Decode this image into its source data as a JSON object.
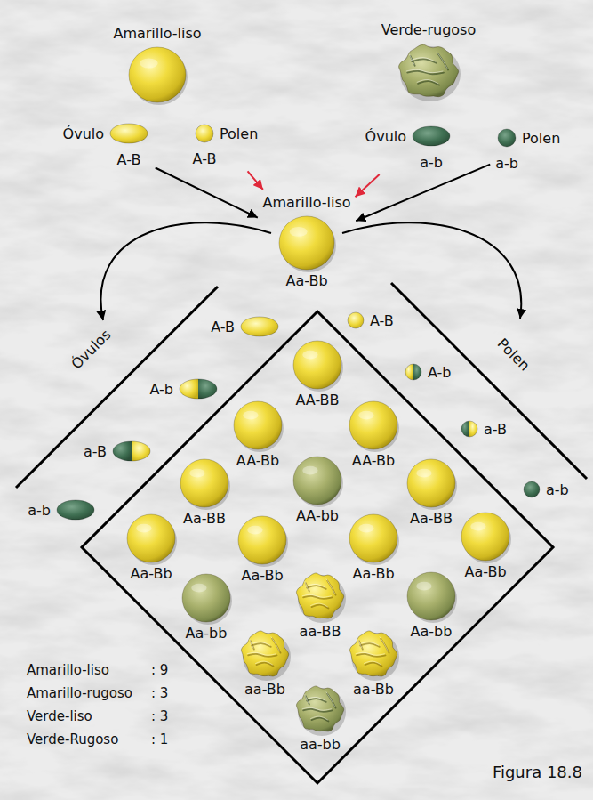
{
  "diagram": {
    "caption": "Figura 18.8",
    "nodes": [
      {
        "text": [
          "Amarillo-liso"
        ]
      },
      {
        "text": [
          "Verde-rugoso"
        ]
      },
      {
        "text": [
          "Óvulo",
          "A-B"
        ]
      },
      {
        "text": [
          "Polen",
          "A-B"
        ]
      },
      {
        "text": [
          "Óvulo",
          "a-b"
        ]
      },
      {
        "text": [
          "Polen",
          "a-b"
        ]
      },
      {
        "text": [
          "Amarillo-liso",
          "Aa-Bb"
        ]
      },
      {
        "text": [
          "A-B"
        ]
      },
      {
        "text": [
          "A-b"
        ]
      },
      {
        "text": [
          "a-B"
        ]
      },
      {
        "text": [
          "a-b"
        ]
      },
      {
        "text": [
          "A-B"
        ]
      },
      {
        "text": [
          "A-b"
        ]
      },
      {
        "text": [
          "a-B"
        ]
      },
      {
        "text": [
          "a-b"
        ]
      },
      {
        "text": [
          "AA-BB"
        ]
      },
      {
        "text": [
          "AA-Bb"
        ]
      },
      {
        "text": [
          "AA-Bb"
        ]
      },
      {
        "text": [
          "Aa-BB"
        ]
      },
      {
        "text": [
          "AA-bb"
        ]
      },
      {
        "text": [
          "Aa-BB"
        ]
      },
      {
        "text": [
          "Aa-Bb"
        ]
      },
      {
        "text": [
          "Aa-Bb"
        ]
      },
      {
        "text": [
          "Aa-Bb"
        ]
      },
      {
        "text": [
          "Aa-Bb"
        ]
      },
      {
        "text": [
          "Aa-bb"
        ]
      },
      {
        "text": [
          "aa-BB"
        ]
      },
      {
        "text": [
          "Aa-bb"
        ]
      },
      {
        "text": [
          "aa-Bb"
        ]
      },
      {
        "text": [
          "aa-Bb"
        ]
      },
      {
        "text": [
          "aa-bb"
        ]
      }
    ],
    "edges": [
      {
        "from": 2,
        "to": 6,
        "arrow": "to"
      },
      {
        "from": 3,
        "to": 6,
        "arrow": "to"
      },
      {
        "from": 4,
        "to": 6,
        "arrow": "to"
      },
      {
        "from": 5,
        "to": 6,
        "arrow": "to"
      }
    ],
    "labels": [
      "Óvulos",
      "Polen",
      "Amarillo-liso",
      ": 9",
      "Amarillo-rugoso",
      ": 3",
      "Verde-liso",
      ": 3",
      "Verde-Rugoso",
      ": 1"
    ]
  }
}
